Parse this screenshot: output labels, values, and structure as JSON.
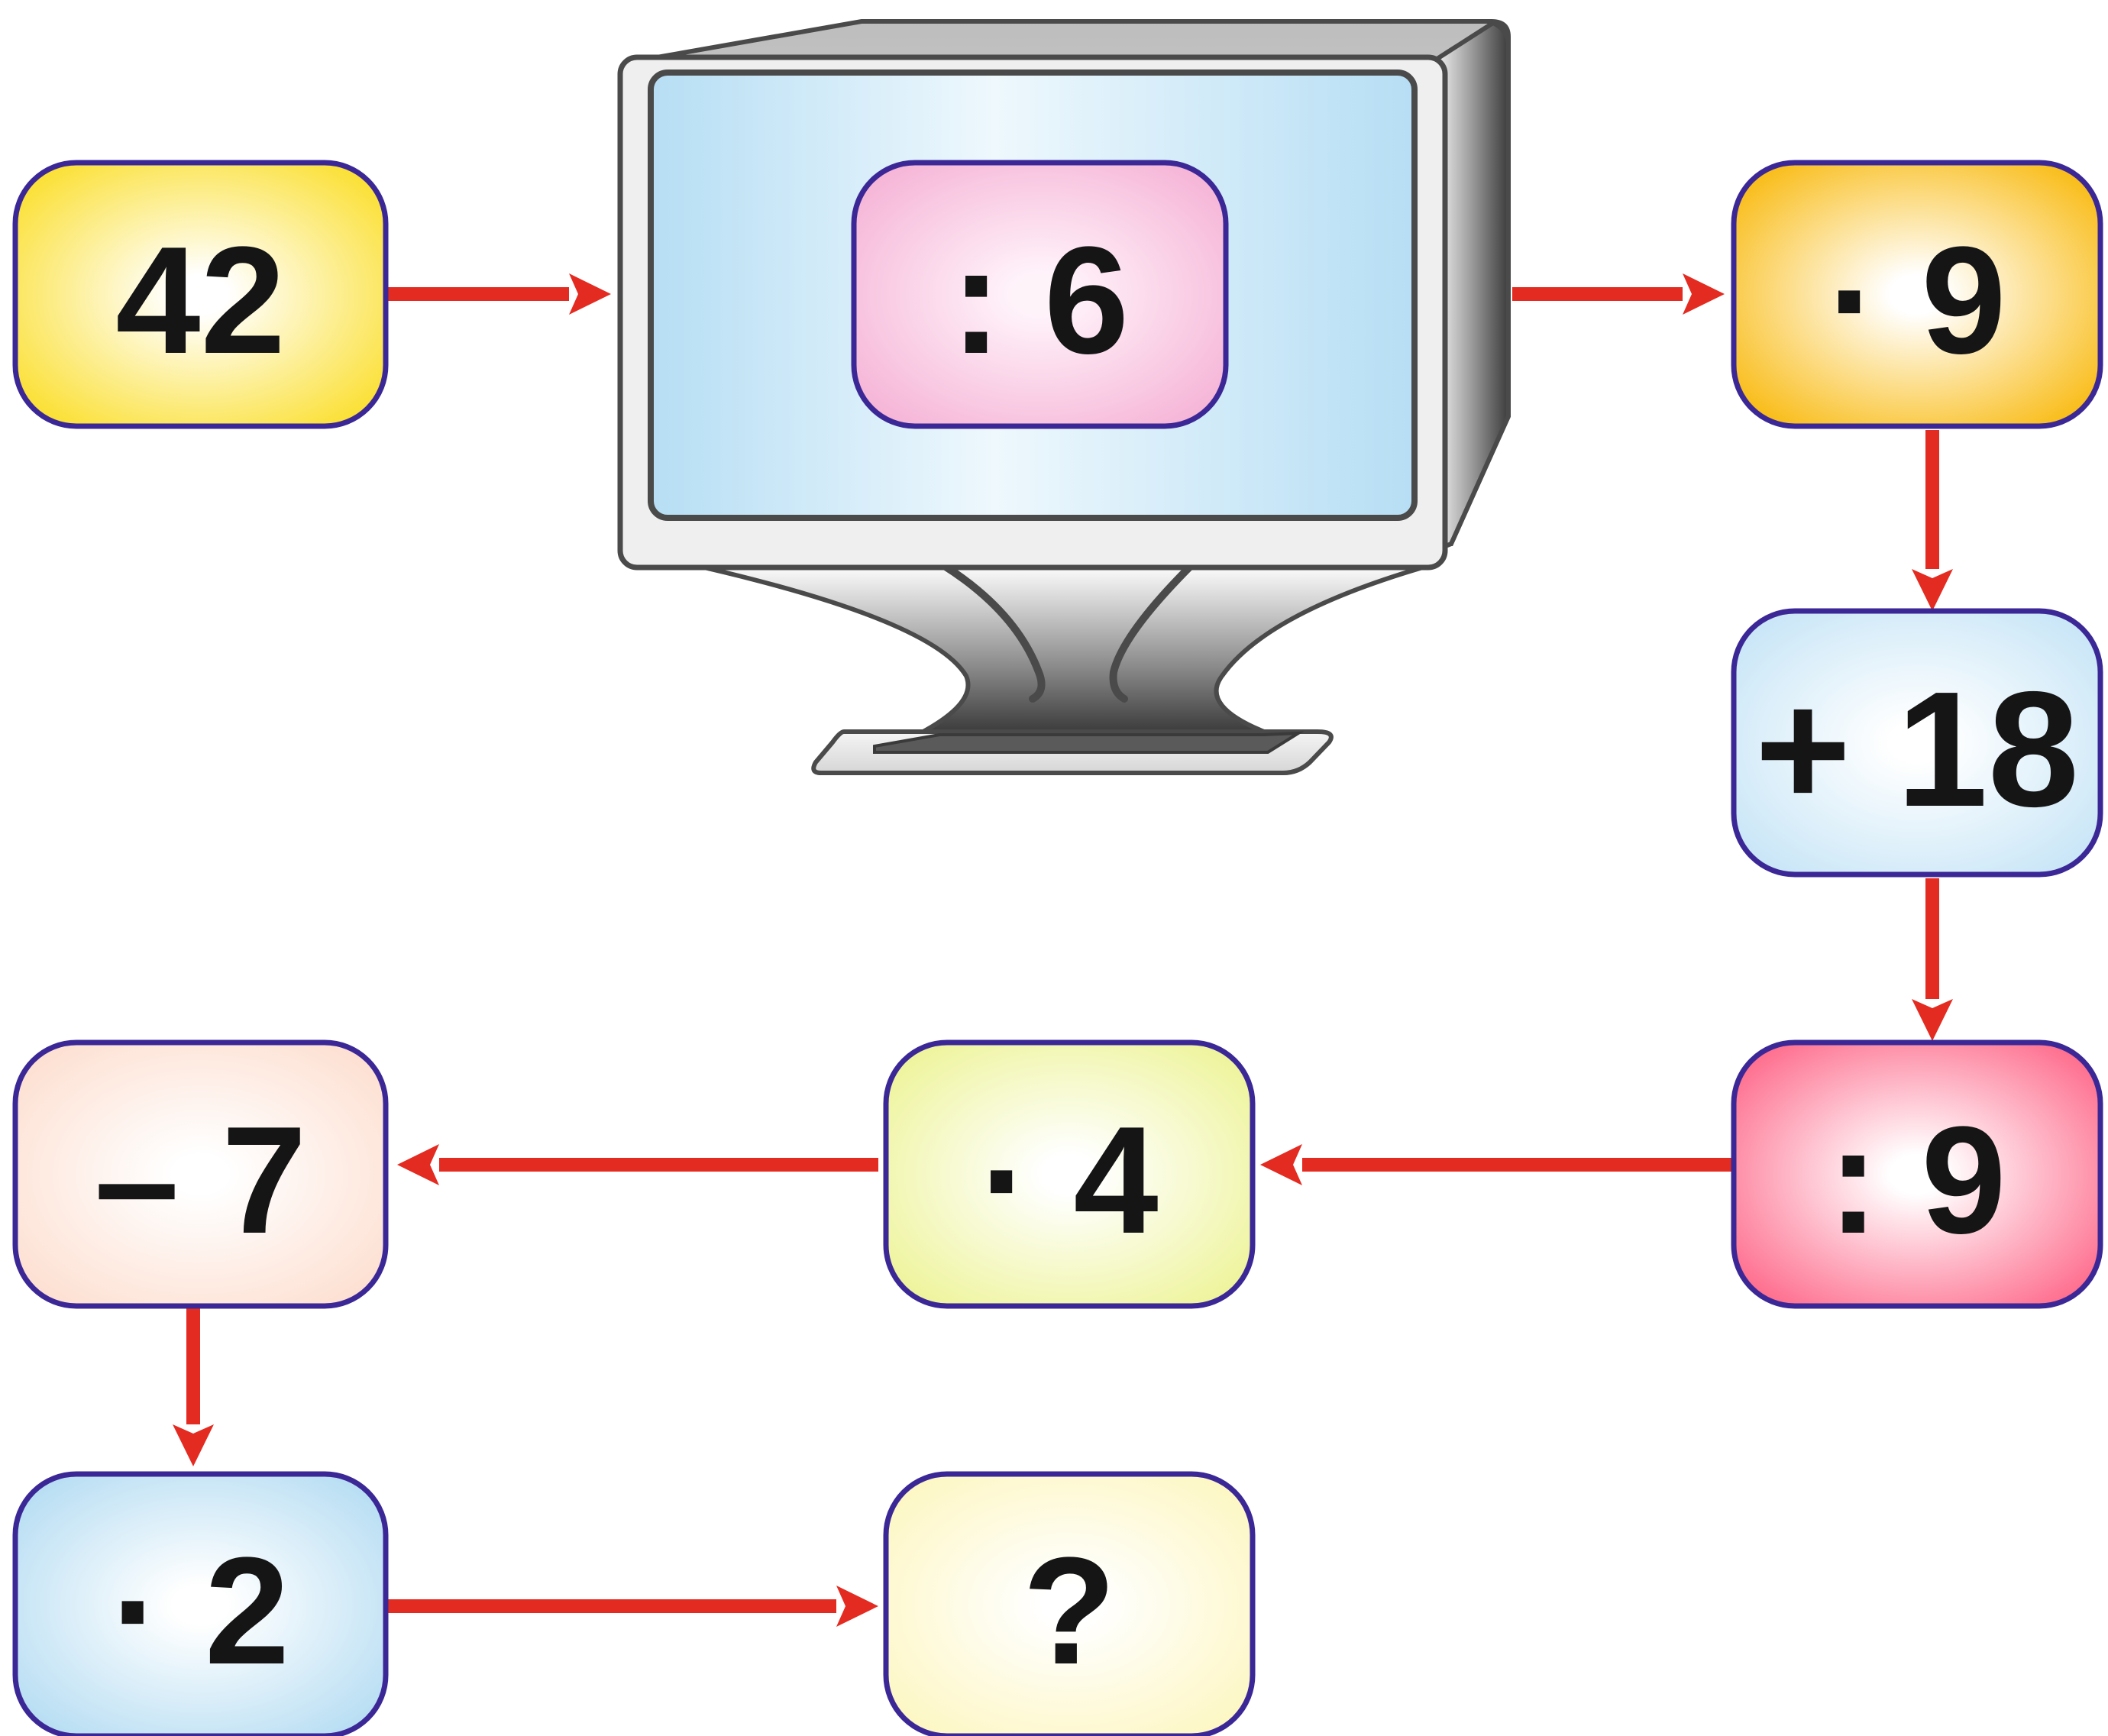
{
  "boxes": [
    {
      "id": "start",
      "label": "42",
      "role": "start-value",
      "colors": [
        "#ffffff",
        "#fbe035"
      ]
    },
    {
      "id": "screen-op",
      "label": ": 6",
      "role": "operation",
      "colors": [
        "#fff3fa",
        "#f6b5d7"
      ]
    },
    {
      "id": "op-times-9",
      "label": "· 9",
      "role": "operation",
      "colors": [
        "#ffffff",
        "#f9bd1a"
      ]
    },
    {
      "id": "op-plus-18",
      "label": "+ 18",
      "role": "operation",
      "colors": [
        "#ffffff",
        "#c9e6f7"
      ]
    },
    {
      "id": "op-div-9",
      "label": ": 9",
      "role": "operation",
      "colors": [
        "#ffffff",
        "#fe6f8f"
      ]
    },
    {
      "id": "op-times-4",
      "label": "· 4",
      "role": "operation",
      "colors": [
        "#ffffff",
        "#eef49c"
      ]
    },
    {
      "id": "op-minus-7",
      "label": "– 7",
      "role": "operation",
      "colors": [
        "#ffffff",
        "#fde0d2"
      ]
    },
    {
      "id": "op-times-2",
      "label": "· 2",
      "role": "operation",
      "colors": [
        "#ffffff",
        "#b8def3"
      ]
    },
    {
      "id": "result",
      "label": "?",
      "role": "unknown-result",
      "colors": [
        "#ffffff",
        "#fdf7c4"
      ]
    }
  ],
  "flow": [
    [
      "start",
      "screen-op"
    ],
    [
      "screen-op",
      "op-times-9"
    ],
    [
      "op-times-9",
      "op-plus-18"
    ],
    [
      "op-plus-18",
      "op-div-9"
    ],
    [
      "op-div-9",
      "op-times-4"
    ],
    [
      "op-times-4",
      "op-minus-7"
    ],
    [
      "op-minus-7",
      "op-times-2"
    ],
    [
      "op-times-2",
      "result"
    ]
  ],
  "style": {
    "box_border": "#3b2896",
    "arrow_color": "#e32b21",
    "text_color": "#151515",
    "monitor_frame": "#e6e6e6",
    "monitor_screen": [
      "#eaf6fd",
      "#b9e0f5"
    ]
  },
  "icons": [
    "computer-monitor-icon",
    "arrow-icon"
  ]
}
